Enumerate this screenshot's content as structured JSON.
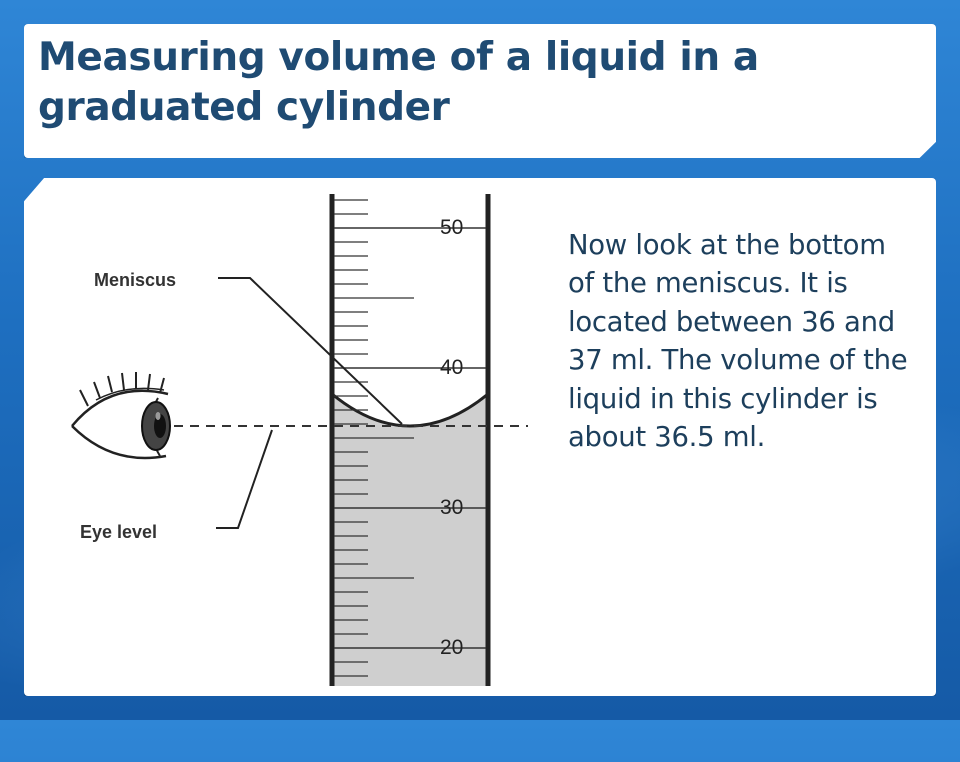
{
  "slide": {
    "title": "Measuring volume of a liquid in a graduated cylinder",
    "body": "Now look at the bottom of the meniscus. It is located between 36 and 37 ml. The volume of the liquid in this cylinder is about 36.5 ml."
  },
  "figure": {
    "labels": {
      "meniscus": "Meniscus",
      "eye_level": "Eye level"
    },
    "scale_labels": [
      "50",
      "40",
      "30",
      "20"
    ],
    "colors": {
      "liquid": "#cfcfcf",
      "ink": "#222222"
    }
  }
}
